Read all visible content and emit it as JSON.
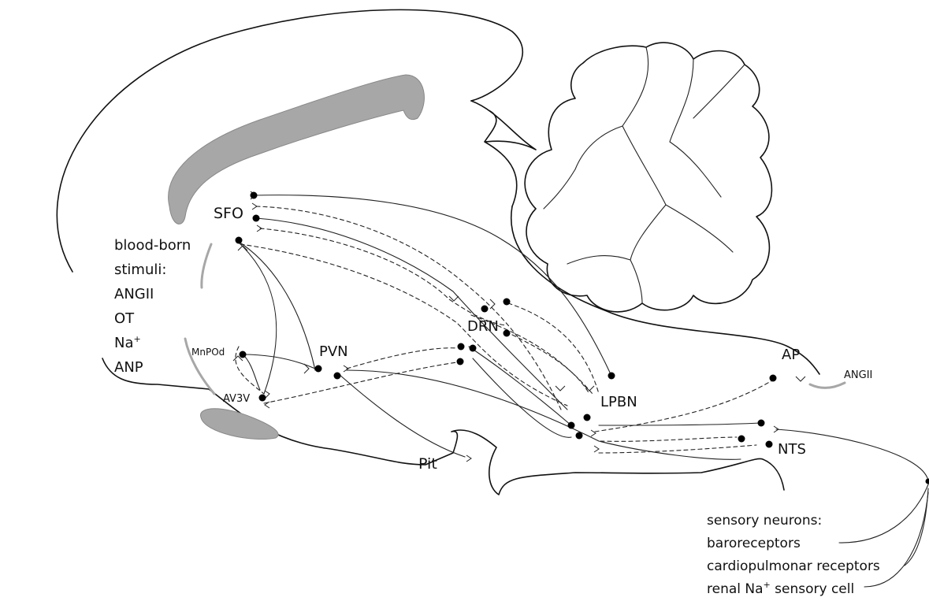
{
  "regions": {
    "sfo": "SFO",
    "mnpod": "MnPOd",
    "av3v": "AV3V",
    "pvn": "PVN",
    "drn": "DRN",
    "lpbn": "LPBN",
    "ap": "AP",
    "nts": "NTS",
    "pit": "Pit",
    "angii_right": "ANGII"
  },
  "blood_stimuli": {
    "heading_1": "blood-born",
    "heading_2": "stimuli:",
    "items": [
      "ANGII",
      "OT",
      "Na",
      "ANP"
    ],
    "na_superscript": "+"
  },
  "sensory": {
    "heading": "sensory neurons:",
    "items": [
      "baroreceptors",
      "cardiopulmonar receptors",
      "renal Na sensory cell"
    ],
    "renal_prefix": "renal Na",
    "renal_superscript": "+",
    "renal_suffix": " sensory cell"
  }
}
